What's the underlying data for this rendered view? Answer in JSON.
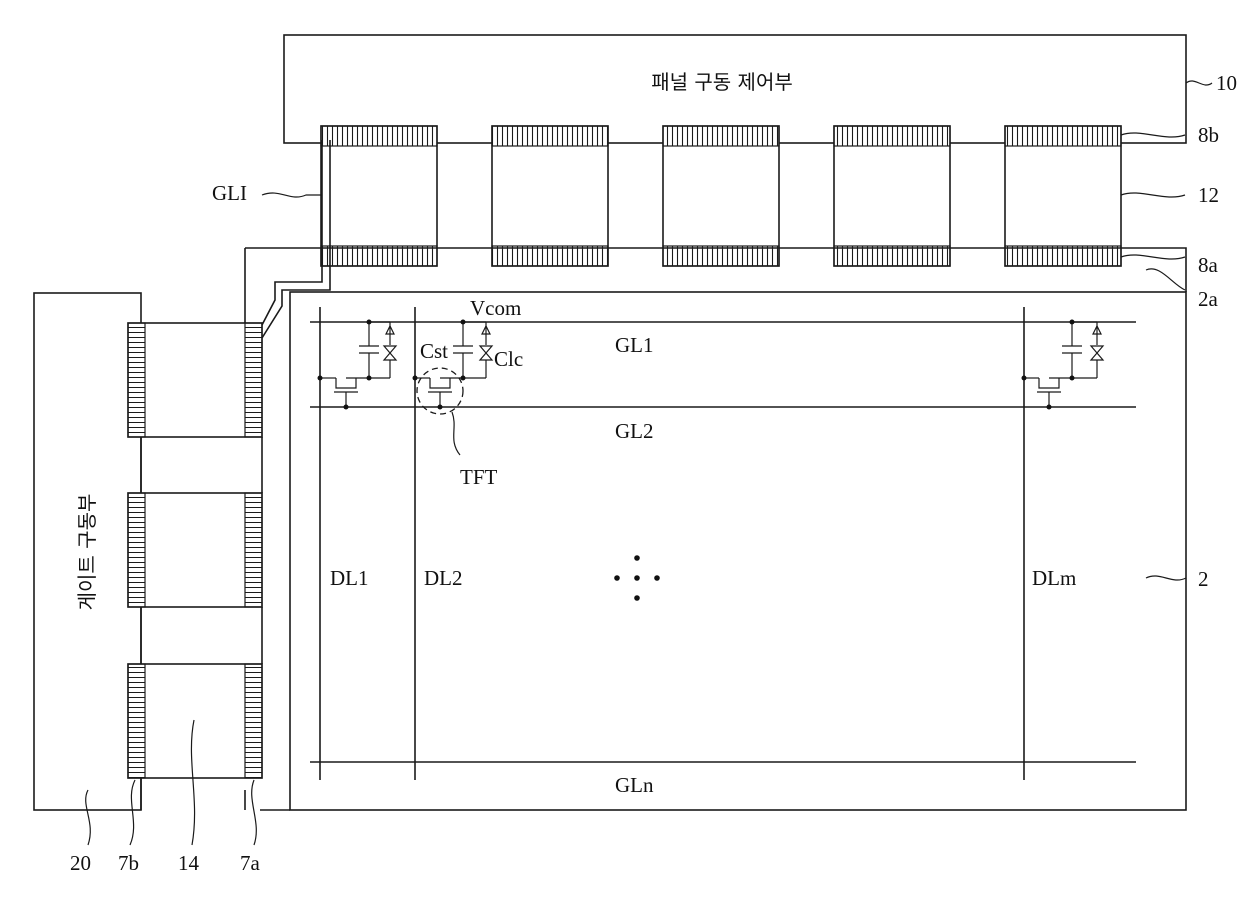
{
  "panel_driver": {
    "label": "패널 구동 제어부",
    "ref": "10"
  },
  "gate_driver": {
    "label": "게이트 구동부",
    "ref": "20"
  },
  "refs": {
    "source_film": "12",
    "upper_pads": "8b",
    "lower_pads": "8a",
    "panel_edge": "2a",
    "panel": "2",
    "gate_film": "14",
    "gate_pads_left": "7b",
    "gate_pads_right": "7a"
  },
  "signal_labels": {
    "gli": "GLI",
    "vcom": "Vcom",
    "cst": "Cst",
    "clc": "Clc",
    "tft": "TFT"
  },
  "gate_lines": [
    "GL1",
    "GL2",
    "GLn"
  ],
  "data_lines": [
    "DL1",
    "DL2",
    "DLm"
  ]
}
